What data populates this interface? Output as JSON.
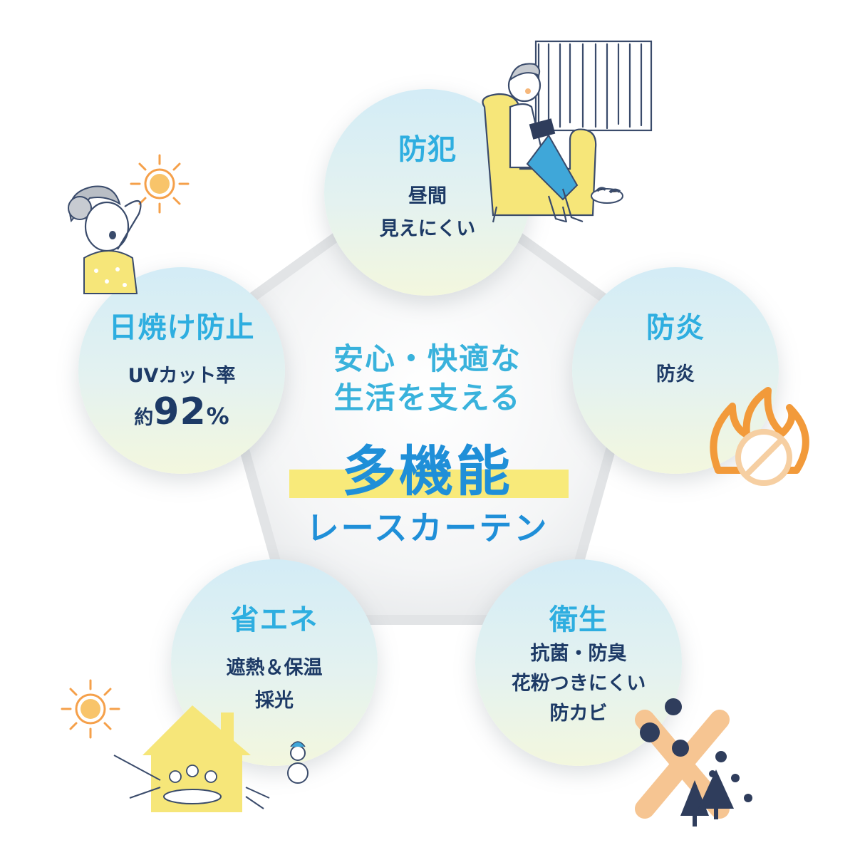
{
  "center": {
    "line1": "安心・快適な",
    "line2": "生活を支える",
    "title": "多機能",
    "subtitle": "レースカーテン"
  },
  "features": {
    "security": {
      "title": "防犯",
      "lines": [
        "昼間",
        "見えにくい"
      ]
    },
    "fireproof": {
      "title": "防炎",
      "lines": [
        "防炎"
      ]
    },
    "hygiene": {
      "title": "衛生",
      "lines": [
        "抗菌・防臭",
        "花粉つきにくい",
        "防カビ"
      ]
    },
    "energy": {
      "title": "省エネ",
      "lines": [
        "遮熱＆保温",
        "採光"
      ]
    },
    "uv": {
      "title": "日焼け防止",
      "line1": "UVカット率",
      "prefix": "約",
      "value": "92",
      "unit": "%"
    }
  },
  "colors": {
    "title_blue": "#2eaee0",
    "body_navy": "#1d3a66",
    "accent_blue": "#1f8fd8",
    "highlight_yellow": "#f8ea7a",
    "sun_orange": "#f5a04a",
    "fire_orange": "#f29a3a"
  },
  "icons": [
    "sun-icon",
    "fire-icon",
    "prohibit-icon",
    "virus-icon",
    "tree-icon",
    "house-icon",
    "snowman-icon",
    "armchair-icon",
    "curtain-icon",
    "cat-icon"
  ]
}
